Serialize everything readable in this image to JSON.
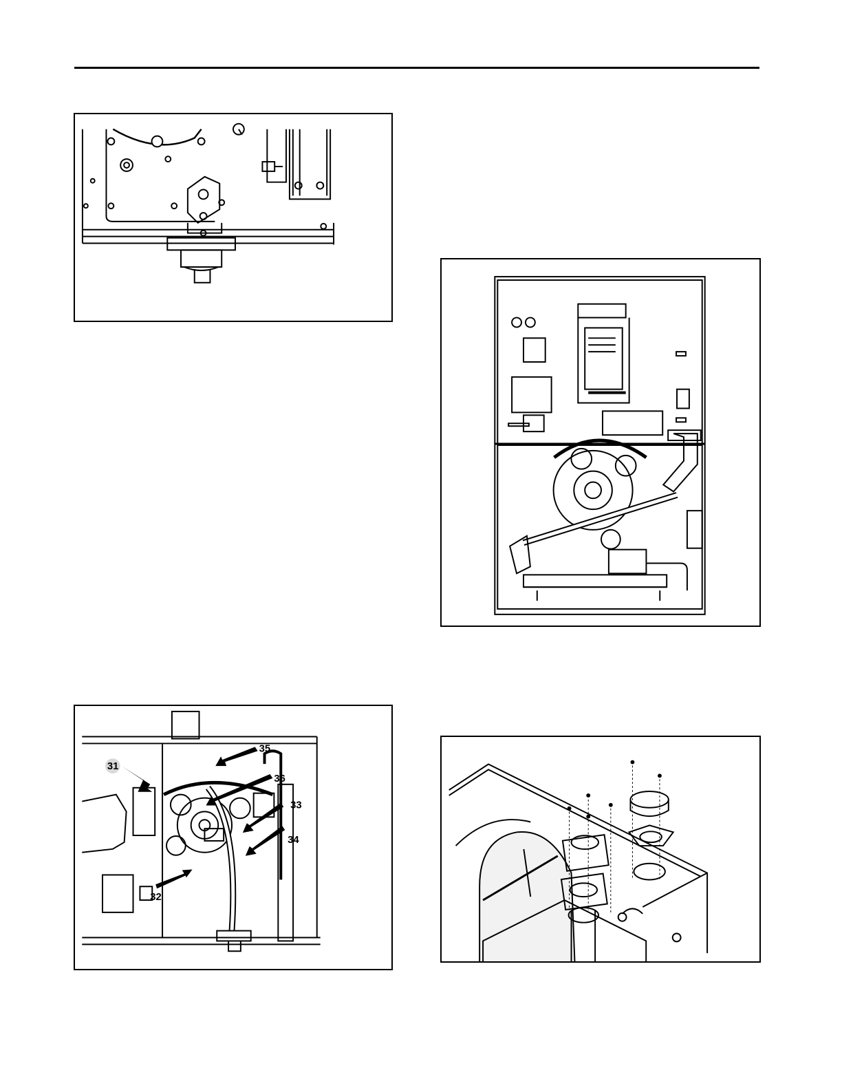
{
  "figures": [
    {
      "id": "fig1",
      "name": "pressure-switch-detail-drawing",
      "callouts": []
    },
    {
      "id": "fig2",
      "name": "furnace-front-view-drawing",
      "callouts": []
    },
    {
      "id": "fig3",
      "name": "inducer-assembly-callout-drawing",
      "callouts": [
        "31",
        "32",
        "33",
        "34",
        "35",
        "36"
      ]
    },
    {
      "id": "fig4",
      "name": "vent-collar-exploded-drawing",
      "callouts": []
    }
  ]
}
